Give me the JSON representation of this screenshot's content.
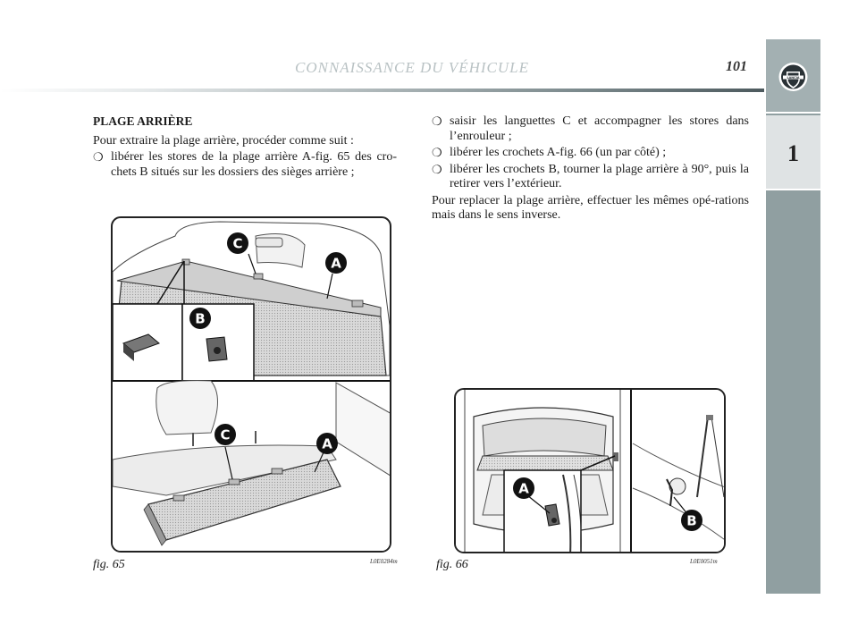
{
  "header": {
    "title": "CONNAISSANCE DU VÉHICULE",
    "page_number": "101",
    "logo_icon": "lancia-shield-icon"
  },
  "side_tab": {
    "chapter_number": "1",
    "logo_text": "LANCIA",
    "colors": {
      "tab": "#909fa1",
      "chapter_box": "#dfe3e4"
    }
  },
  "left_column": {
    "heading": "PLAGE ARRIÈRE",
    "intro": "Pour extraire la plage arrière, procéder comme suit :",
    "bullets": [
      "libérer les stores de la plage arrière A-fig. 65 des cro-chets B situés sur les dossiers des sièges arrière ;"
    ]
  },
  "right_column": {
    "bullets": [
      "saisir les languettes C et accompagner les stores dans l’enrouleur ;",
      "libérer les crochets A-fig. 66 (un par côté) ;",
      "libérer les crochets B, tourner la plage arrière à 90°, puis la retirer vers l’extérieur."
    ],
    "closing": "Pour replacer la plage arrière, effectuer les mêmes opé-rations mais dans le sens inverse."
  },
  "bullet_symbol": "❍",
  "figures": {
    "fig65": {
      "label": "fig. 65",
      "code": "L0E0284m",
      "callouts": [
        "C",
        "A",
        "B",
        "C",
        "A"
      ]
    },
    "fig66": {
      "label": "fig. 66",
      "code": "L0E0051m",
      "callouts": [
        "A",
        "B"
      ]
    }
  }
}
